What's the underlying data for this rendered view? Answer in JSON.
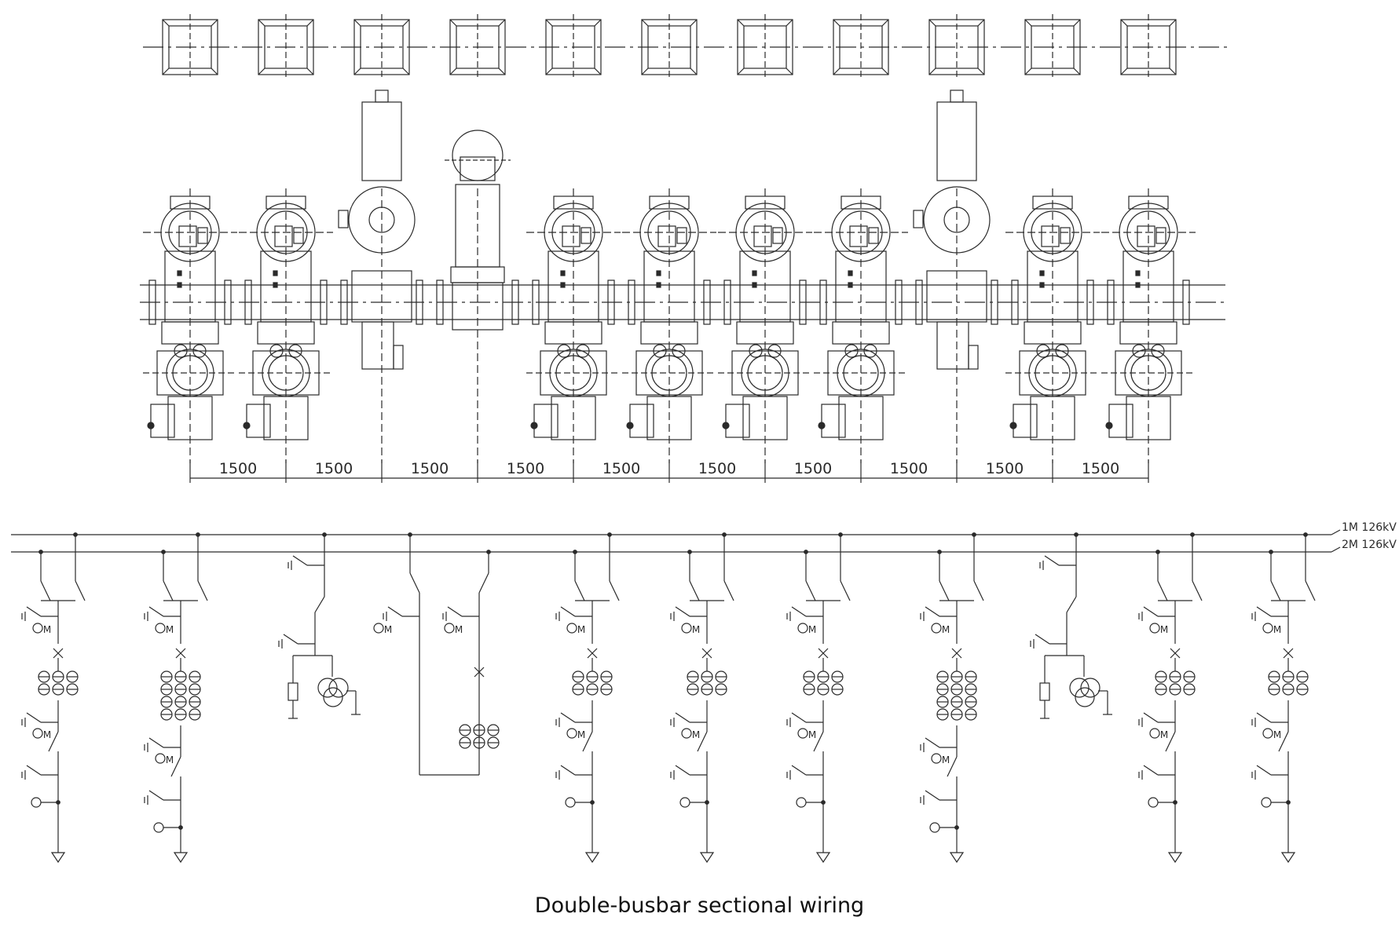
{
  "caption": "Double-busbar sectional wiring",
  "dimensions": {
    "labels": [
      "1500",
      "1500",
      "1500",
      "1500",
      "1500",
      "1500",
      "1500",
      "1500",
      "1500",
      "1500"
    ]
  },
  "busbars": [
    {
      "label": "1M  126kV"
    },
    {
      "label": "2M  126kV"
    }
  ],
  "bays": [
    {
      "type": "feeder",
      "ct_rows": 2
    },
    {
      "type": "feeder",
      "ct_rows": 4
    },
    {
      "type": "pt"
    },
    {
      "type": "coupler"
    },
    {
      "type": "feeder",
      "ct_rows": 2
    },
    {
      "type": "feeder",
      "ct_rows": 2
    },
    {
      "type": "feeder",
      "ct_rows": 2
    },
    {
      "type": "feeder",
      "ct_rows": 4
    },
    {
      "type": "pt"
    },
    {
      "type": "feeder",
      "ct_rows": 2
    },
    {
      "type": "feeder",
      "ct_rows": 2
    }
  ],
  "motor_label": "M",
  "colors": {
    "line": "#2a2a2a",
    "panel": "#ffffff"
  }
}
